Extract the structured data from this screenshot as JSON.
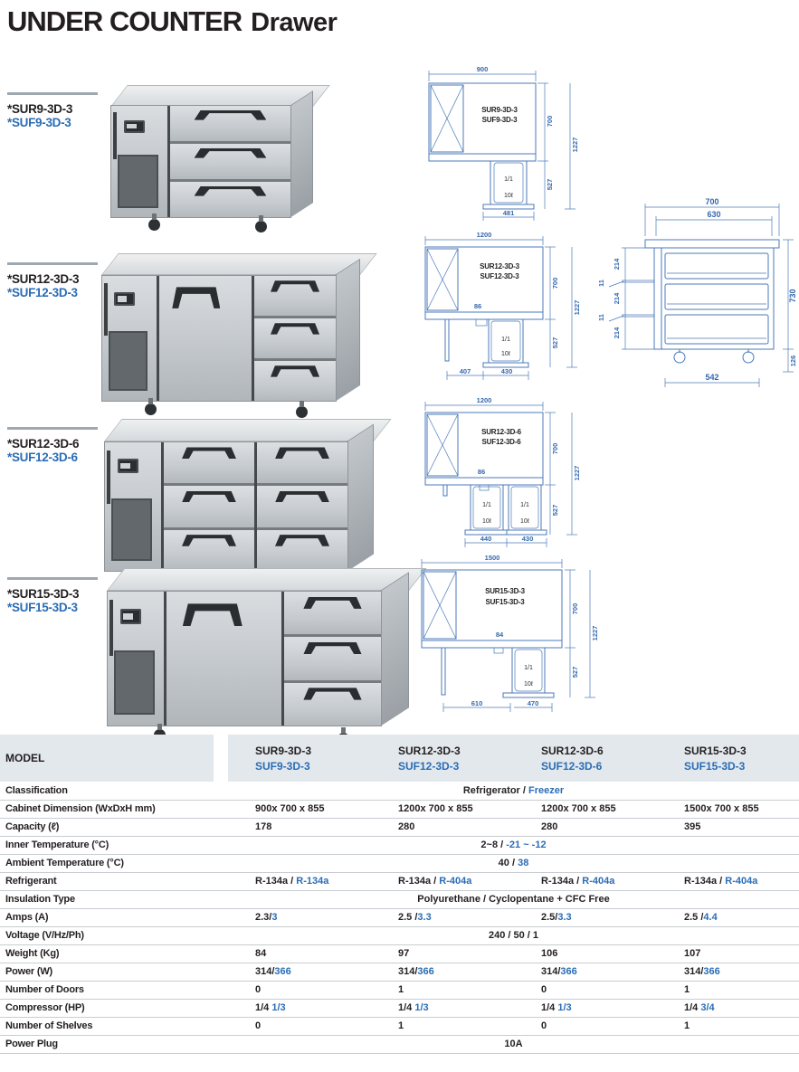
{
  "title": {
    "bold": "UNDER COUNTER",
    "light": "Drawer"
  },
  "colors": {
    "accent_blue": "#2a6db5",
    "drawing_blue": "#4b7ab8",
    "dark": "#231f20",
    "header_bg": "#e3e8ed"
  },
  "products": [
    {
      "model_r": "*SUR9-3D-3",
      "model_f": "*SUF9-3D-3",
      "drawing": {
        "label_r": "SUR9-3D-3",
        "label_f": "SUF9-3D-3",
        "pan_label": "1/1",
        "pan_capacity": "10ℓ",
        "dim_width": "900",
        "dim_depth": "700",
        "dim_total": "1227",
        "dim_comp": "527",
        "dim_base1": "481"
      }
    },
    {
      "model_r": "*SUR12-3D-3",
      "model_f": "*SUF12-3D-3",
      "drawing": {
        "label_r": "SUR12-3D-3",
        "label_f": "SUF12-3D-3",
        "pan_label": "1/1",
        "pan_capacity": "10ℓ",
        "dim_width": "1200",
        "dim_depth": "700",
        "dim_total": "1227",
        "dim_comp": "527",
        "dim_base1": "407",
        "dim_base2": "430",
        "dim_drain": "86"
      }
    },
    {
      "model_r": "*SUR12-3D-6",
      "model_f": "*SUF12-3D-6",
      "drawing": {
        "label_r": "SUR12-3D-6",
        "label_f": "SUF12-3D-6",
        "pan_label": "1/1",
        "pan_capacity": "10ℓ",
        "dim_width": "1200",
        "dim_depth": "700",
        "dim_total": "1227",
        "dim_comp": "527",
        "dim_base1": "440",
        "dim_base2": "430",
        "dim_drain": "86"
      }
    },
    {
      "model_r": "*SUR15-3D-3",
      "model_f": "*SUF15-3D-3",
      "drawing": {
        "label_r": "SUR15-3D-3",
        "label_f": "SUF15-3D-3",
        "pan_label": "1/1",
        "pan_capacity": "10ℓ",
        "dim_width": "1500",
        "dim_depth": "700",
        "dim_total": "1227",
        "dim_comp": "527",
        "dim_base1": "610",
        "dim_base2": "470",
        "dim_drain": "84"
      }
    }
  ],
  "side_view": {
    "dim_top": "700",
    "dim_inner": "630",
    "dim_drawer": "214",
    "dim_gap": "11",
    "dim_height": "730",
    "dim_leg": "126",
    "dim_bottom": "542"
  },
  "spec_table": {
    "model_label": "MODEL",
    "models": [
      {
        "r": "SUR9-3D-3",
        "f": "SUF9-3D-3"
      },
      {
        "r": "SUR12-3D-3",
        "f": "SUF12-3D-3"
      },
      {
        "r": "SUR12-3D-6",
        "f": "SUF12-3D-6"
      },
      {
        "r": "SUR15-3D-3",
        "f": "SUF15-3D-3"
      }
    ],
    "rows": {
      "classification": {
        "label": "Classification",
        "dark": "Refrigerator / ",
        "blue": "Freezer"
      },
      "dimension": {
        "label": "Cabinet Dimension (WxDxH mm)",
        "cells": [
          "900x 700 x 855",
          "1200x 700 x 855",
          "1200x 700 x 855",
          "1500x 700 x 855"
        ]
      },
      "capacity": {
        "label": "Capacity (ℓ)",
        "cells": [
          "178",
          "280",
          "280",
          "395"
        ]
      },
      "inner_temp": {
        "label": "Inner Temperature (°C)",
        "dark": "2~8 / ",
        "blue": "-21 ~ -12"
      },
      "ambient_temp": {
        "label": "Ambient Temperature (°C)",
        "dark": "40 / ",
        "blue": "38"
      },
      "refrigerant": {
        "label": "Refrigerant",
        "cells": [
          {
            "dark": "R-134a / ",
            "blue": "R-134a"
          },
          {
            "dark": "R-134a / ",
            "blue": "R-404a"
          },
          {
            "dark": "R-134a / ",
            "blue": "R-404a"
          },
          {
            "dark": "R-134a / ",
            "blue": "R-404a"
          }
        ]
      },
      "insulation": {
        "label": "Insulation Type",
        "dark": "Polyurethane / Cyclopentane + CFC Free",
        "blue": ""
      },
      "amps": {
        "label": "Amps (A)",
        "cells": [
          {
            "dark": "2.3/",
            "blue": "3"
          },
          {
            "dark": "2.5 /",
            "blue": "3.3"
          },
          {
            "dark": "2.5/",
            "blue": "3.3"
          },
          {
            "dark": "2.5 /",
            "blue": "4.4"
          }
        ]
      },
      "voltage": {
        "label": "Voltage (V/Hz/Ph)",
        "dark": "240 / 50 / 1",
        "blue": ""
      },
      "weight": {
        "label": "Weight (Kg)",
        "cells": [
          "84",
          "97",
          "106",
          "107"
        ]
      },
      "power": {
        "label": "Power (W)",
        "cells": [
          {
            "dark": "314/",
            "blue": "366"
          },
          {
            "dark": "314/",
            "blue": "366"
          },
          {
            "dark": "314/",
            "blue": "366"
          },
          {
            "dark": "314/",
            "blue": "366"
          }
        ]
      },
      "doors": {
        "label": "Number of Doors",
        "cells": [
          "0",
          "1",
          "0",
          "1"
        ]
      },
      "compressor": {
        "label": "Compressor (HP)",
        "cells": [
          {
            "dark": "1/4 ",
            "blue": "1/3"
          },
          {
            "dark": "1/4 ",
            "blue": "1/3"
          },
          {
            "dark": "1/4 ",
            "blue": "1/3"
          },
          {
            "dark": "1/4 ",
            "blue": "3/4"
          }
        ]
      },
      "shelves": {
        "label": "Number of Shelves",
        "cells": [
          "0",
          "1",
          "0",
          "1"
        ]
      },
      "power_plug": {
        "label": "Power Plug",
        "dark": "10A",
        "blue": ""
      }
    }
  }
}
